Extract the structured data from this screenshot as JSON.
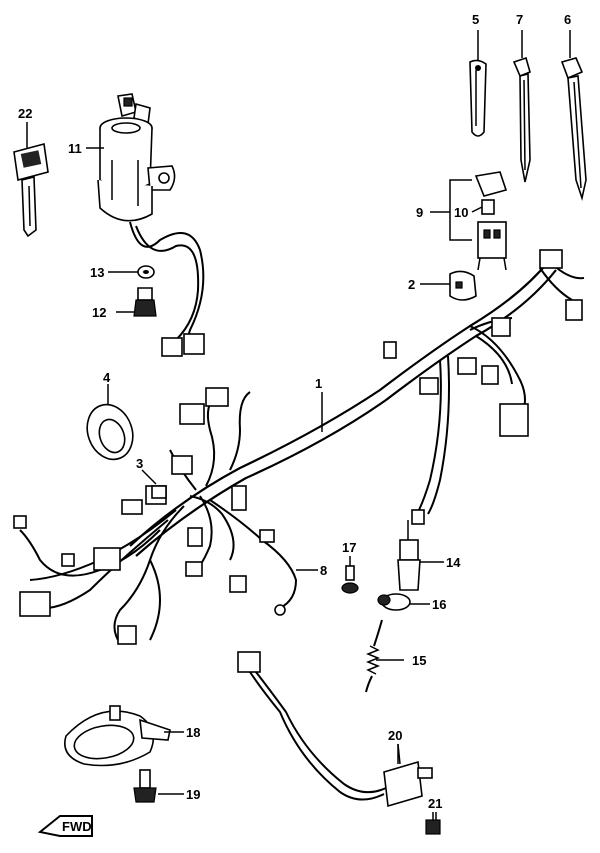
{
  "callouts": [
    {
      "id": "c1",
      "label": "1"
    },
    {
      "id": "c2",
      "label": "2"
    },
    {
      "id": "c3",
      "label": "3"
    },
    {
      "id": "c4",
      "label": "4"
    },
    {
      "id": "c5",
      "label": "5"
    },
    {
      "id": "c6",
      "label": "6"
    },
    {
      "id": "c7",
      "label": "7"
    },
    {
      "id": "c8",
      "label": "8"
    },
    {
      "id": "c9",
      "label": "9"
    },
    {
      "id": "c10",
      "label": "10"
    },
    {
      "id": "c11",
      "label": "11"
    },
    {
      "id": "c12",
      "label": "12"
    },
    {
      "id": "c13",
      "label": "13"
    },
    {
      "id": "c14",
      "label": "14"
    },
    {
      "id": "c15",
      "label": "15"
    },
    {
      "id": "c16",
      "label": "16"
    },
    {
      "id": "c17",
      "label": "17"
    },
    {
      "id": "c18",
      "label": "18"
    },
    {
      "id": "c19",
      "label": "19"
    },
    {
      "id": "c20",
      "label": "20"
    },
    {
      "id": "c21",
      "label": "21"
    },
    {
      "id": "c22",
      "label": "22"
    }
  ],
  "front_indicator": {
    "text": "FWD",
    "icon": "front-arrow-icon"
  }
}
